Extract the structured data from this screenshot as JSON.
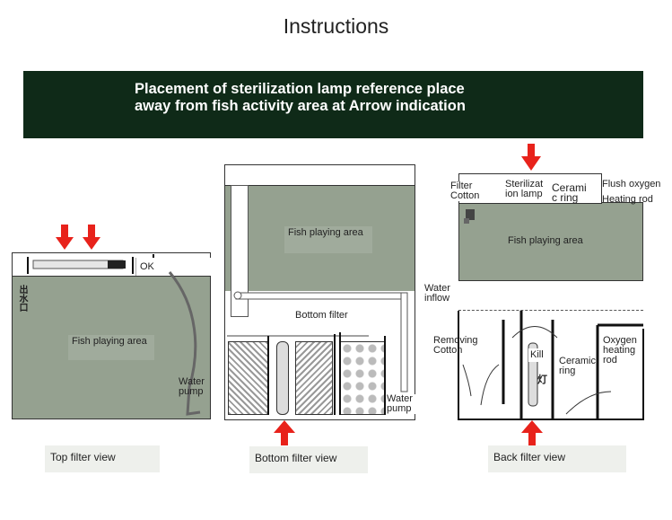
{
  "title": "Instructions",
  "banner": {
    "line1": "Placement of sterilization lamp reference place",
    "line2": "away from fish activity area at Arrow indication"
  },
  "top_view": {
    "ok": "OK",
    "outlet_vertical": "出水口",
    "fish_area": "Fish playing area",
    "water_pump": "Water pump",
    "caption": "Top filter view"
  },
  "bottom_view": {
    "fish_area": "Fish playing area",
    "bottom_filter": "Bottom filter",
    "water_pump": "Water pump",
    "caption": "Bottom filter view"
  },
  "back_view": {
    "filter_cotton": "Filter Cotton",
    "sterilization_lamp": "Sterilizat ion lamp",
    "ceramic_ring_top": "Cerami c ring",
    "flush_oxygen": "Flush oxygen",
    "heating_rod": "Heating rod",
    "fish_area": "Fish playing area",
    "water_inflow": "Water inflow",
    "removing_cotton": "Removing Cotton",
    "kill": "Kill",
    "lamp_char": "灯",
    "ceramic_ring": "Ceramic ring",
    "oxygen_heating": "Oxygen heating rod",
    "caption": "Back filter view"
  },
  "colors": {
    "banner_bg": "#0f2a18",
    "water": "#95a190",
    "arrow": "#e8221b"
  }
}
